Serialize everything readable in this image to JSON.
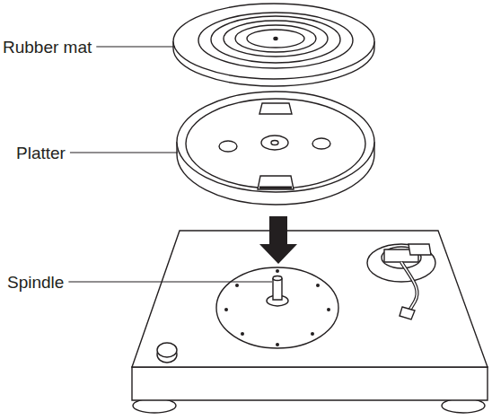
{
  "diagram": {
    "labels": [
      "Rubber mat",
      "Platter",
      "Spindle"
    ]
  }
}
